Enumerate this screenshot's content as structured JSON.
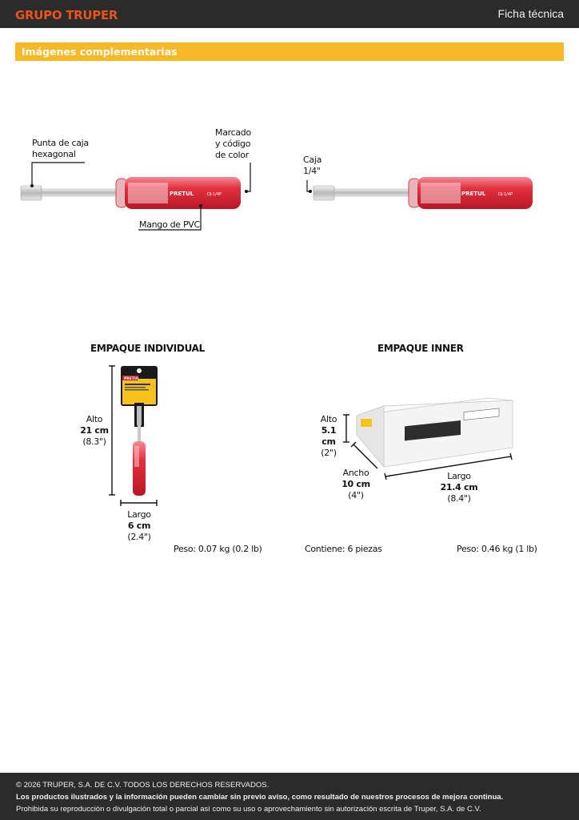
{
  "header": {
    "logo": "GRUPO TRUPER",
    "doc_type": "Ficha técnica"
  },
  "section": {
    "title": "Imágenes complementarias"
  },
  "product_images": {
    "labels": {
      "hex_tip": [
        "Punta de caja",
        "hexagonal"
      ],
      "marking": [
        "Marcado",
        "y código",
        "de color"
      ],
      "handle": "Mango de PVC",
      "socket": [
        "Caja",
        "1/4\""
      ]
    },
    "handle_brand": "PRETUL",
    "handle_code": "DJ-1/4P"
  },
  "individual": {
    "heading": "EMPAQUE INDIVIDUAL",
    "alto": [
      "Alto",
      "21 cm",
      "(8.3\")"
    ],
    "largo": [
      "Largo",
      "6 cm",
      "(2.4\")"
    ],
    "peso_label": "Peso:",
    "peso_value": "0.07 kg (0.2 lb)"
  },
  "inner": {
    "heading": "EMPAQUE INNER",
    "alto": [
      "Alto",
      "5.1 cm",
      "(2\")"
    ],
    "ancho": [
      "Ancho",
      "10 cm",
      "(4\")"
    ],
    "largo": [
      "Largo",
      "21.4 cm",
      "(8.4\")"
    ],
    "contiene_label": "Contiene:",
    "contiene_value": "6 piezas",
    "peso_label": "Peso:",
    "peso_value": "0.46 kg (1 lb)"
  },
  "footer": {
    "copyright": "© 2026 TRUPER, S.A. DE C.V. TODOS LOS DERECHOS RESERVADOS.",
    "notice": "Los productos ilustrados y la información pueden cambiar sin previo aviso, como resultado de nuestros procesos de mejora continua.",
    "prohibited": "Prohibida su reproducción o divulgación total o parcial así como su uso o aprovechamiento sin autorización escrita de Truper, S.A. de C.V."
  }
}
